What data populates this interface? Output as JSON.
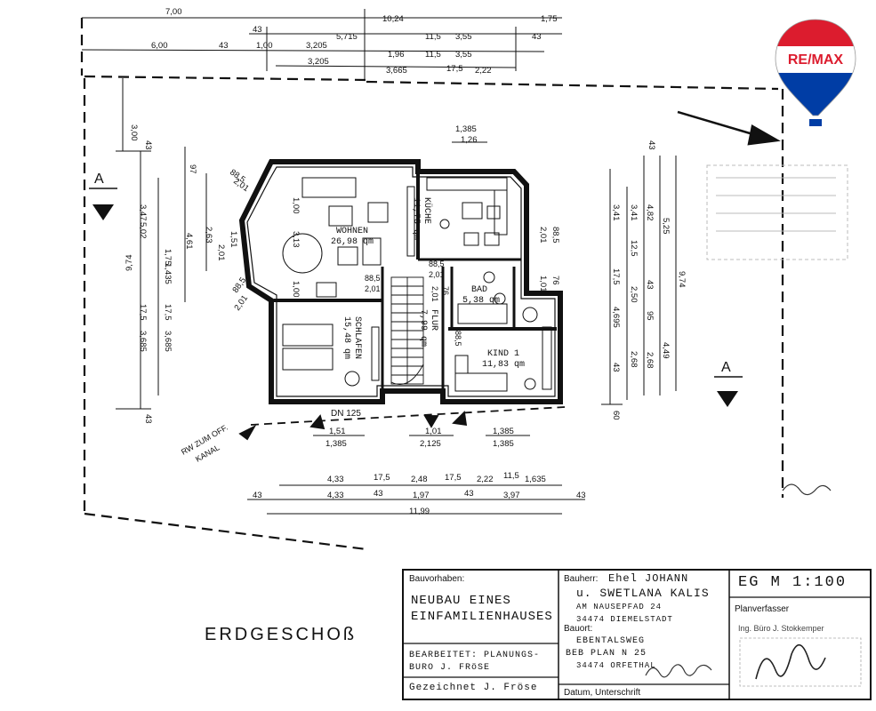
{
  "logo": {
    "text": "RE/MAX",
    "brand_red": "#dc1c2e",
    "brand_blue": "#003da5"
  },
  "floor_label": "ERDGESCHOß",
  "rooms": [
    {
      "id": "wohnen",
      "name": "WOHNEN",
      "area": "26,98 qm"
    },
    {
      "id": "kueche",
      "name": "KÜCHE",
      "area": "11,75 qm"
    },
    {
      "id": "bad",
      "name": "BAD",
      "area": "5,38 qm"
    },
    {
      "id": "flur",
      "name": "FLUR",
      "area": "7,99 qm"
    },
    {
      "id": "schlafen",
      "name": "SCHLAFEN",
      "area": "15,48 qm"
    },
    {
      "id": "kind",
      "name": "KIND 1",
      "area": "11,83 qm"
    }
  ],
  "section_marker": "A",
  "drain_label": {
    "line1": "RW ZUM OFF.",
    "line2": "KANAL"
  },
  "dn_label": "DN 125",
  "dims_top": {
    "r1": [
      "7,00",
      "10,24",
      "1,75"
    ],
    "r2": [
      "43",
      "5,715",
      "11,5",
      "3,55",
      "43"
    ],
    "r3": [
      "6,00",
      "43",
      "1,00",
      "3,205",
      "1,96",
      "11,5",
      "3,55"
    ],
    "r4": [
      "3,205",
      "3,665",
      "17,5",
      "2,22"
    ],
    "mid": [
      "1,385",
      "1,26"
    ]
  },
  "dims_left": {
    "outer": [
      "3,00",
      "43",
      "9,74",
      "43"
    ],
    "mid": [
      "3,47",
      "5,02",
      "17,5",
      "3,685"
    ],
    "inner": [
      "97",
      "1,75",
      "1,435",
      "17,5",
      "3,685"
    ],
    "core": [
      "4,61",
      "2,63",
      "1,51",
      "2,01"
    ],
    "room": [
      "88,5",
      "2,01",
      "1,00",
      "3,13",
      "1,00",
      "88,5",
      "2,01"
    ]
  },
  "dims_right": {
    "a": [
      "3,41",
      "17,5",
      "4,695",
      "43"
    ],
    "b": [
      "3,41",
      "12,5",
      "2,50",
      "2,68",
      "60"
    ],
    "c": [
      "4,82",
      "43",
      "95",
      "2,68"
    ],
    "d": [
      "5,25",
      "4,49"
    ],
    "e": [
      "9,74"
    ],
    "f": [
      "43"
    ],
    "g": [
      "88,5",
      "2,01",
      "76",
      "1,01"
    ]
  },
  "dims_interior": [
    "88,5",
    "2,01",
    "88,5",
    "2,01",
    "76",
    "2,01",
    "88,5"
  ],
  "dims_bottom": {
    "r0": [
      "1,51",
      "1,385",
      "1,01",
      "2,125",
      "1,385",
      "1,385"
    ],
    "r1": [
      "4,33",
      "17,5",
      "2,48",
      "17,5",
      "2,22",
      "11,5",
      "1,635"
    ],
    "r2": [
      "43",
      "4,33",
      "43",
      "1,97",
      "43",
      "3,97",
      "43"
    ],
    "r3": [
      "11,99"
    ]
  },
  "title_block": {
    "bauvorhaben_label": "Bauvorhaben:",
    "project_line1": "NEUBAU EINES",
    "project_line2": "EINFAMILIENHAUSES",
    "bearbeitet": "BEARBEITET: PLANUNGS-",
    "buro": "BURO J. FRöSE",
    "gezeichnet": "Gezeichnet  J. Fröse",
    "bauherr_label": "Bauherr:",
    "bauherr_line1": "Ehel JOHANN",
    "bauherr_line2": "u. SWETLANA KALIS",
    "bauherr_street": "AM NAUSEPFAD 24",
    "bauherr_city": "34474 DIEMELSTADT",
    "bauort_label": "Bauort:",
    "bauort_line1": "EBENTALSWEG",
    "bauort_line2": "BEB PLAN N 25",
    "bauort_city": "34474 ORFETHAL",
    "datum_label": "Datum, Unterschrift",
    "scale": "EG  M  1:100",
    "planverfasser_label": "Planverfasser",
    "planverfasser_name": "Ing. Büro J. Stokkemper"
  }
}
